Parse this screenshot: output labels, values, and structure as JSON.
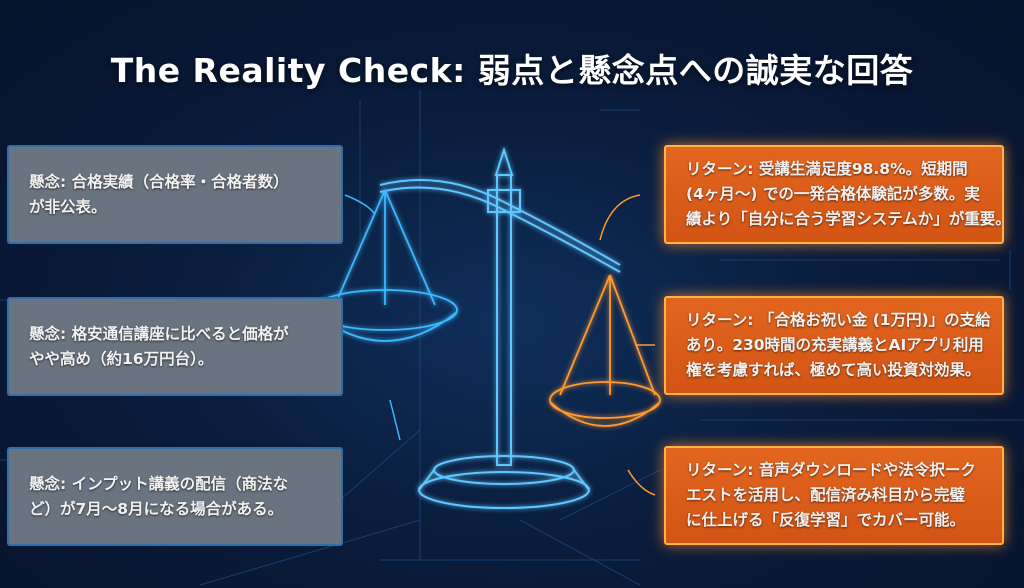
{
  "title": "The Reality Check: 弱点と懸念点への誠実な回答",
  "concerns": [
    {
      "lines": [
        "懸念: 合格実績（合格率・合格者数）",
        "が非公表。"
      ]
    },
    {
      "lines": [
        "懸念: 格安通信講座に比べると価格が",
        "やや高め（約16万円台）。"
      ]
    },
    {
      "lines": [
        "懸念: インプット講義の配信（商法な",
        "ど）が7月～8月になる場合がある。"
      ]
    }
  ],
  "returns": [
    {
      "lines": [
        "リターン: 受講生満足度98.8%。短期間",
        "(4ヶ月～) での一発合格体験記が多数。実",
        "績より「自分に合う学習システムか」が重要。"
      ]
    },
    {
      "lines": [
        "リターン: 「合格お祝い金 (1万円)」の支給",
        "あり。230時間の充実講義とAIアプリ利用",
        "権を考慮すれば、極めて高い投資対効果。"
      ]
    },
    {
      "lines": [
        "リターン: 音声ダウンロードや法令択ーク",
        "エストを活用し、配信済み科目から完璧",
        "に仕上げる「反復学習」でカバー可能。"
      ]
    }
  ],
  "colors": {
    "concern_bg": "#6a7480",
    "return_bg": "#d85a18",
    "accent_blue": "#3ab8ff",
    "accent_orange": "#ff9a2e"
  }
}
